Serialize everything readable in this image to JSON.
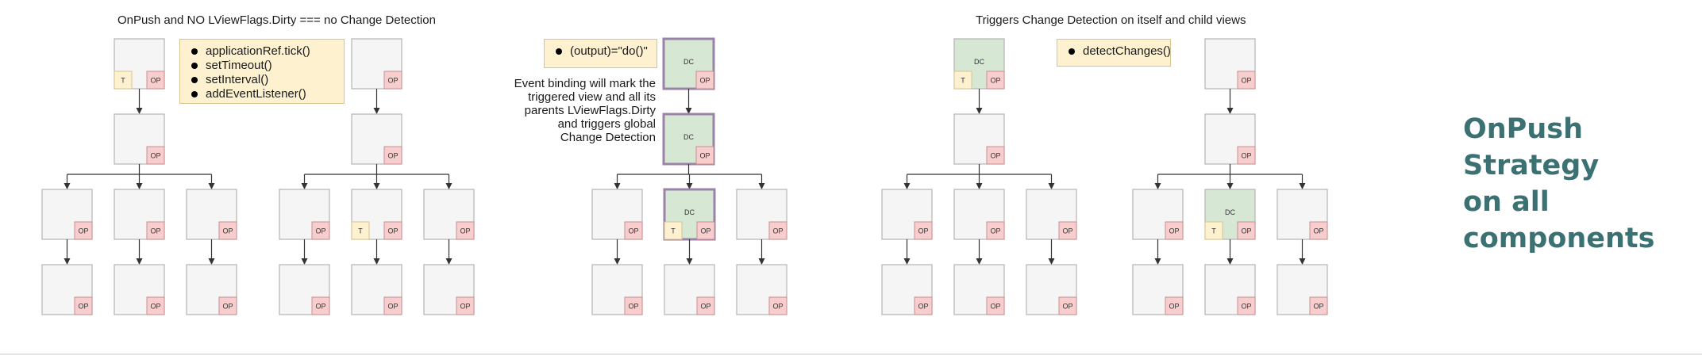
{
  "panels": [
    {
      "title": "OnPush and NO LViewFlags.Dirty === no Change Detection",
      "notes": [
        {
          "items": [
            "applicationRef.tick()",
            "setTimeout()",
            "setInterval()",
            "addEventListener()"
          ]
        }
      ]
    },
    {
      "title": "",
      "notes": [
        {
          "items": [
            "(output)=\"do()\""
          ]
        }
      ],
      "side_text": [
        "Event binding will mark the",
        "triggered view and all its",
        "parents LViewFlags.Dirty",
        "and triggers global",
        "Change Detection"
      ]
    },
    {
      "title": "Triggers Change Detection on itself and child views",
      "notes": [
        {
          "items": [
            "detectChanges()"
          ]
        }
      ]
    }
  ],
  "labels": {
    "op": "OP",
    "trigger": "T",
    "dc": "DC"
  },
  "headline": [
    "OnPush",
    "Strategy",
    "on all",
    "components"
  ],
  "colors": {
    "node_fill": "#f5f5f5",
    "node_stroke": "#b3b3b3",
    "op_fill": "#f8cdcd",
    "op_stroke": "#c98f8f",
    "t_fill": "#fdf1cf",
    "t_stroke": "#d9c48f",
    "dc_fill": "#d6e8d4",
    "dirty_stroke": "#9b82a8",
    "edge": "#333333",
    "headline": "#3b7173"
  }
}
